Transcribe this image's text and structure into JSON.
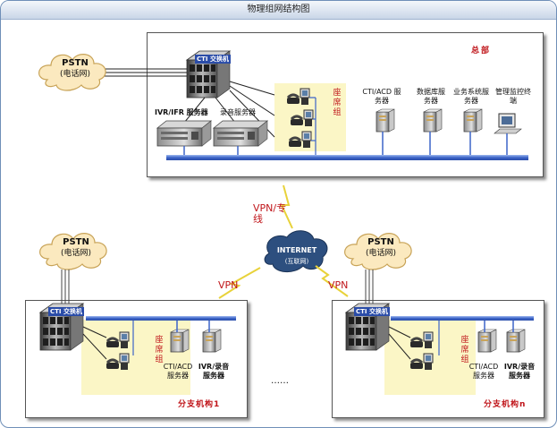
{
  "title": "物理组网结构图",
  "hq": {
    "label": "总部",
    "pstn": "PSTN",
    "pstn_sub": "(电话网)",
    "cti_switch": "CTI 交换机",
    "ivr_server": "IVR/IFR 服务器",
    "record_server": "录音服务器",
    "agent_group": "座席组",
    "cti_acd": "CTI/ACD 服务器",
    "db_server": "数据库服务器",
    "biz_server": "业务系统服务器",
    "monitor": "管理监控终端"
  },
  "links": {
    "vpn_dedicated": "VPN/专线",
    "vpn": "VPN",
    "internet": "INTERNET",
    "internet_sub": "(互联网)",
    "ellipsis": "……"
  },
  "branch1": {
    "label": "分支机构1",
    "pstn": "PSTN",
    "pstn_sub": "(电话网)",
    "cti_switch": "CTI 交换机",
    "agent_group": "座席组",
    "cti_acd": "CTI/ACD 服务器",
    "ivr_record": "IVR/录音服务器"
  },
  "branchN": {
    "label": "分支机构n",
    "pstn": "PSTN",
    "pstn_sub": "(电话网)",
    "cti_switch": "CTI 交换机",
    "agent_group": "座席组",
    "cti_acd": "CTI/ACD 服务器",
    "ivr_record": "IVR/录音服务器"
  },
  "colors": {
    "accent_red": "#c0161b",
    "bus_blue": "#3c64c8",
    "agent_fill": "#fbf6c6",
    "cloud_fill": "#fbe9bf"
  }
}
